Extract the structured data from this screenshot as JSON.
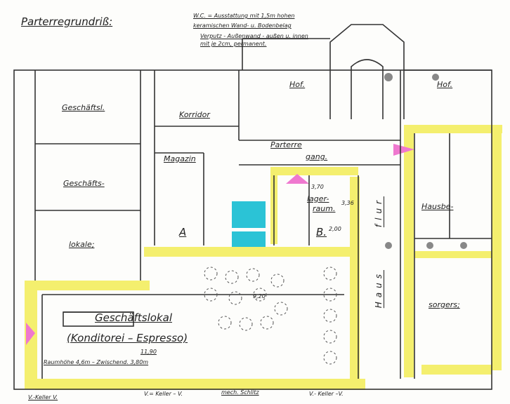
{
  "title": "Parterregrundriß:",
  "note": {
    "line1": "W.C. = Ausstattung mit 1,5m hohen",
    "line2": "keramischen Wand- u. Bodenbelag",
    "line3": "Verputz - Außenwand - außen u. innen",
    "line4": "mit je 2cm, permanent."
  },
  "rooms": {
    "hof_left": "Hof.",
    "hof_right": "Hof.",
    "korridor": "Korridor",
    "geschaeftsl": "Geschäftsl.",
    "geschaefts": "Geschäfts-",
    "lokale": "lokale;",
    "magazin": "Magazin",
    "parterre": "Parterre",
    "gang": "gang.",
    "lager": "lager-",
    "raum": "raum.",
    "a": "A",
    "b": "B.",
    "haus": "Haus",
    "flur": "flur",
    "hausbe": "Hausbe-",
    "sorgers": "sorgers;",
    "geschaeftslokal": "Geschäftslokal",
    "konditorei": "(Konditorei – Espresso)"
  },
  "dimensions": {
    "lager_w": "3,70",
    "lager_h": "3,36",
    "b_w": "2,00",
    "lokal_w": "11,90",
    "lokal_d": "9,20",
    "raumhoehe": "Raumhöhe 4,6m – Zwischend. 3,80m"
  },
  "annotations": {
    "keller1": "V.-Keller V.",
    "keller2": "V.= Keller – V.",
    "mech": "mech. Schlitz",
    "keller3": "V.- Keller –V."
  },
  "colors": {
    "wall_highlight": "#f4ef6e",
    "wc": "#2bc3d6",
    "entrance": "#ef78cf",
    "line": "#333333"
  }
}
